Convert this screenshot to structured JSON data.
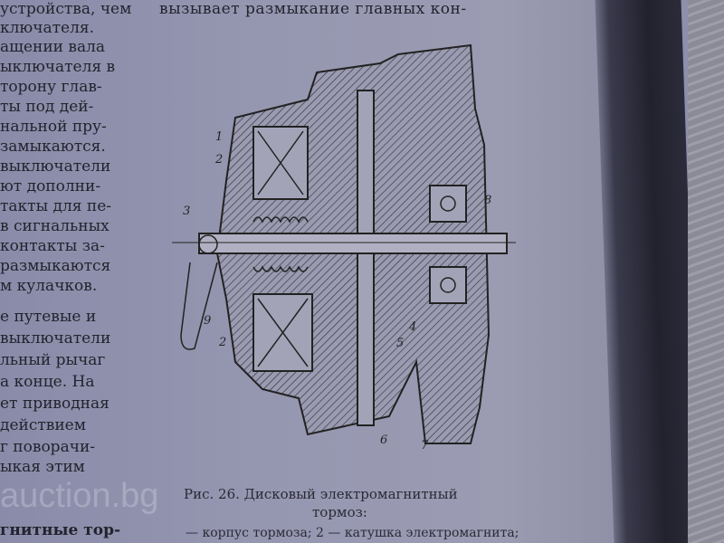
{
  "left_column": [
    "устройства,  чем",
    "ключателя.",
    "ащении    вала",
    "ыключателя в",
    "торону   глав-",
    "ты   под   дей-",
    "нальной   пру-",
    "  замыкаются.",
    "  выключатели",
    "ют   дополни-",
    "такты для пе-",
    "в сигнальных",
    "контакты   за-",
    "размыкаются",
    "м кулачков.",
    "е  путевые    и",
    "выключатели",
    "льный рычаг",
    "а  конце.   На",
    "ет приводная",
    "   действием",
    "г   поворачи-",
    "ыкая     этим",
    "гнитные тор-"
  ],
  "top_text": "вызывает размыкание главных кон-",
  "figure": {
    "caption_line1": "Рис. 26. Дисковый электромагнитный",
    "caption_line2": "тормоз:",
    "legend_line": "— корпус тормоза; 2 — катушка электромагнита;",
    "labels": [
      "1",
      "2",
      "3",
      "9",
      "2",
      "4",
      "5",
      "6",
      "7",
      "8"
    ]
  },
  "watermark": "auction.bg",
  "colors": {
    "page": "#9596b0",
    "ink": "#23232e",
    "book_edge": "#22222e"
  }
}
